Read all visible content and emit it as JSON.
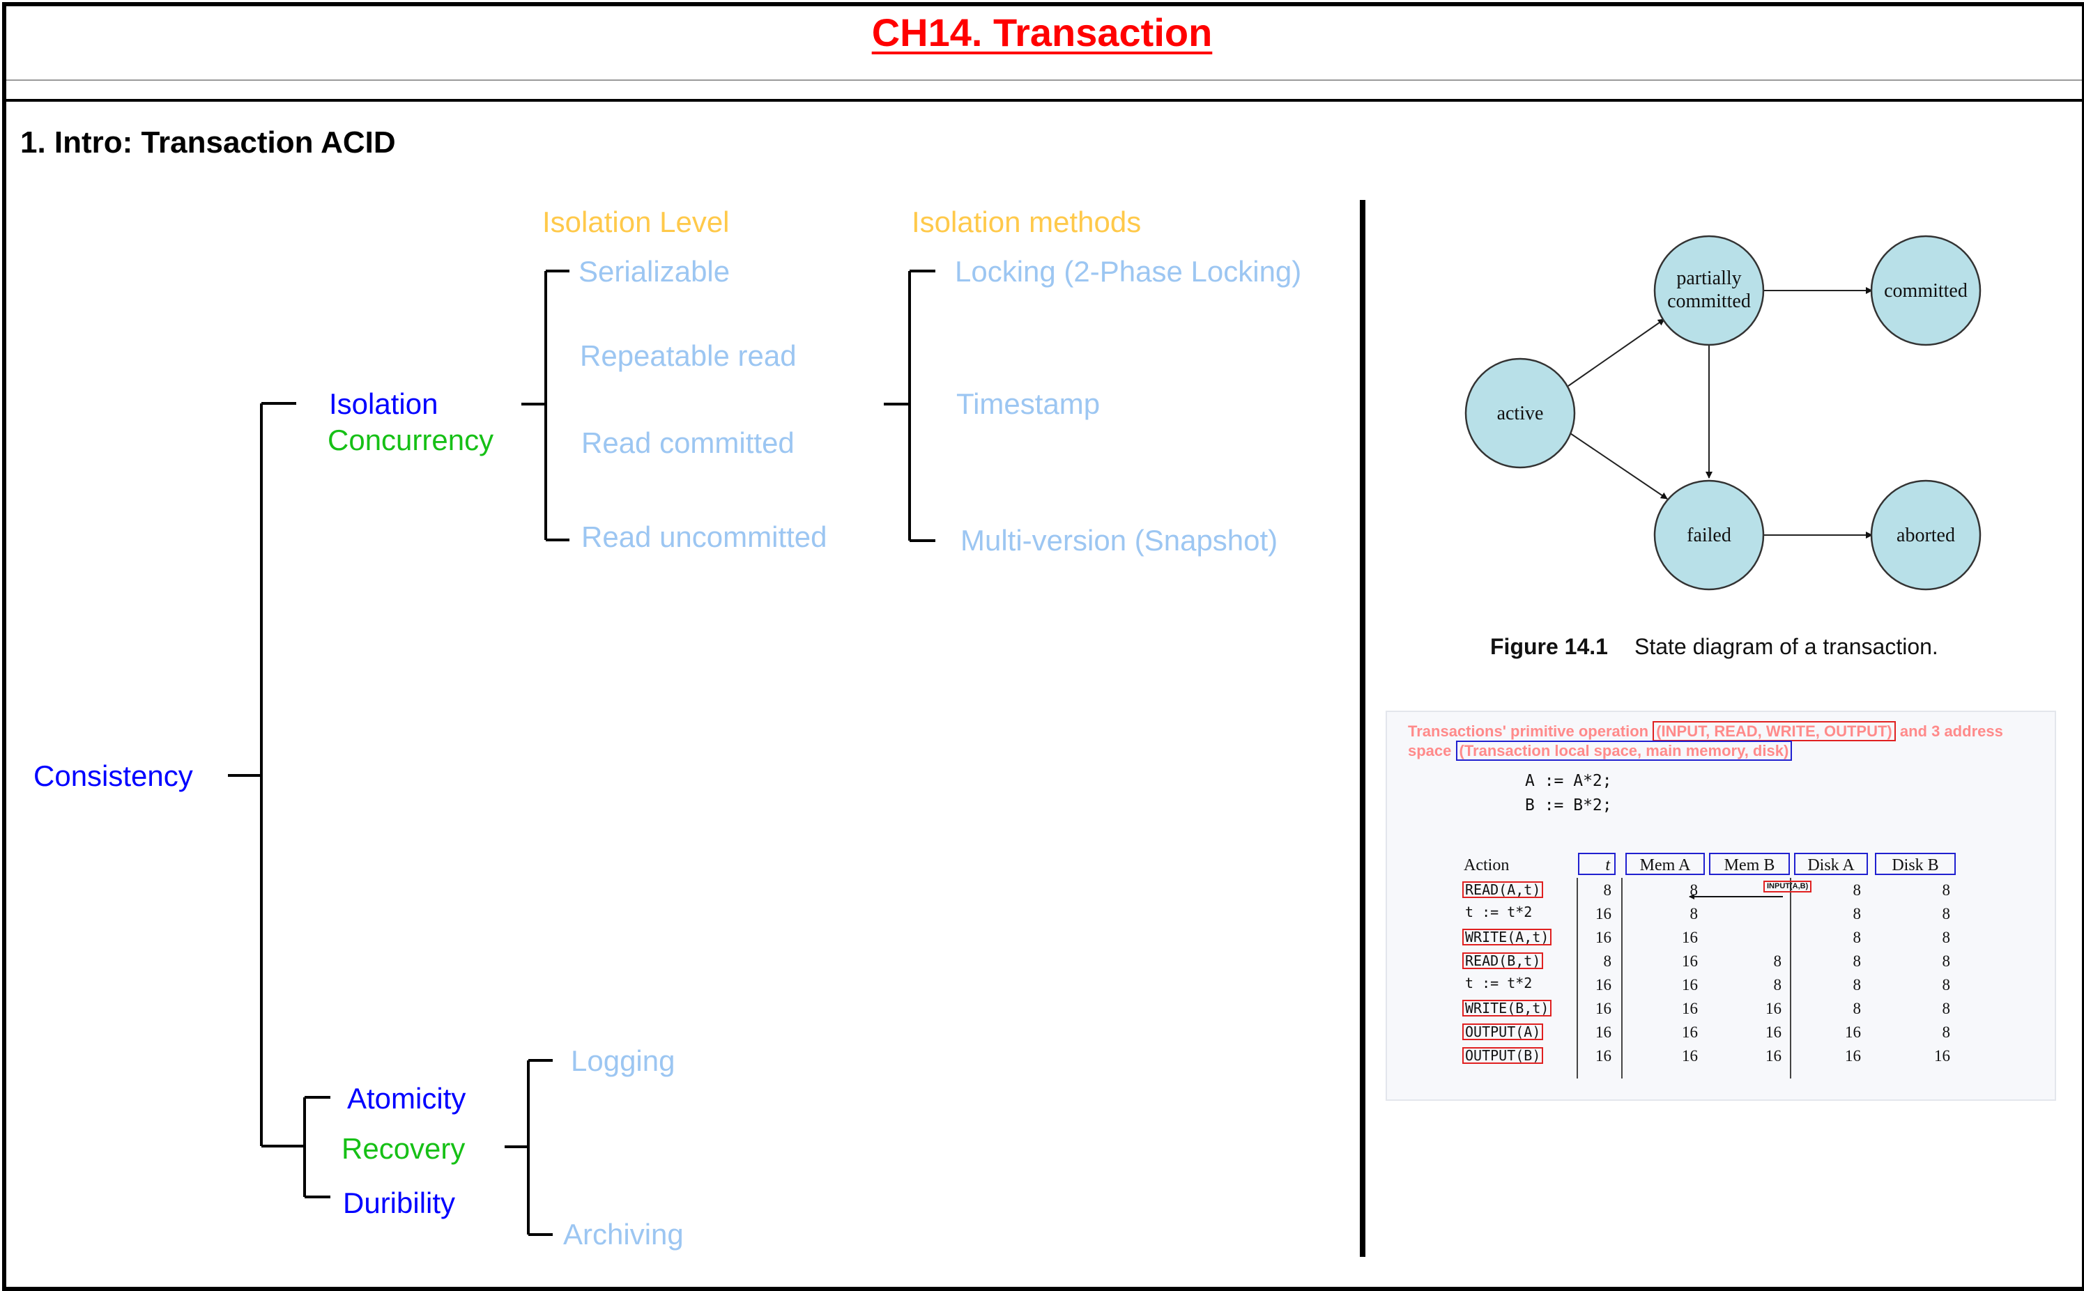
{
  "page": {
    "title": "CH14. Transaction",
    "section_heading": "1. Intro: Transaction ACID"
  },
  "tree": {
    "root": "Consistency",
    "isolation": {
      "label": "Isolation",
      "sublabel": "Concurrency"
    },
    "recovery": {
      "atomicity": "Atomicity",
      "label": "Recovery",
      "durability": "Duribility"
    },
    "isolation_level_header": "Isolation Level",
    "isolation_methods_header": "Isolation methods",
    "isolation_levels": [
      "Serializable",
      "Repeatable read",
      "Read committed",
      "Read uncommitted"
    ],
    "isolation_methods": [
      "Locking (2-Phase Locking)",
      "Timestamp",
      "Multi-version (Snapshot)"
    ],
    "recovery_methods": [
      "Logging",
      "Archiving"
    ]
  },
  "state_diagram": {
    "states": [
      "partially committed",
      "committed",
      "active",
      "failed",
      "aborted"
    ],
    "caption_number": "Figure 14.1",
    "caption_text": "State diagram of a transaction."
  },
  "example": {
    "note_line1_a": "Transactions' primitive operation ",
    "note_line1_box": "(INPUT, READ, WRITE, OUTPUT)",
    "note_line1_b": " and 3 address",
    "note_line2_a": "space ",
    "note_line2_box": "(Transaction local space, main memory, disk)",
    "code_line1": "A := A*2;",
    "code_line2": "B := B*2;",
    "headers": {
      "action": "Action",
      "t": "t",
      "mem_a": "Mem A",
      "mem_b": "Mem B",
      "disk_a": "Disk A",
      "disk_b": "Disk B"
    },
    "input_tag": "INPUT(A,B)",
    "rows": [
      {
        "action": "READ(A,t)",
        "t": "8",
        "mem_a": "8",
        "mem_b": "",
        "disk_a": "8",
        "disk_b": "8"
      },
      {
        "action": "t := t*2",
        "t": "16",
        "mem_a": "8",
        "mem_b": "",
        "disk_a": "8",
        "disk_b": "8"
      },
      {
        "action": "WRITE(A,t)",
        "t": "16",
        "mem_a": "16",
        "mem_b": "",
        "disk_a": "8",
        "disk_b": "8"
      },
      {
        "action": "READ(B,t)",
        "t": "8",
        "mem_a": "16",
        "mem_b": "8",
        "disk_a": "8",
        "disk_b": "8"
      },
      {
        "action": "t := t*2",
        "t": "16",
        "mem_a": "16",
        "mem_b": "8",
        "disk_a": "8",
        "disk_b": "8"
      },
      {
        "action": "WRITE(B,t)",
        "t": "16",
        "mem_a": "16",
        "mem_b": "16",
        "disk_a": "8",
        "disk_b": "8"
      },
      {
        "action": "OUTPUT(A)",
        "t": "16",
        "mem_a": "16",
        "mem_b": "16",
        "disk_a": "16",
        "disk_b": "8"
      },
      {
        "action": "OUTPUT(B)",
        "t": "16",
        "mem_a": "16",
        "mem_b": "16",
        "disk_a": "16",
        "disk_b": "16"
      }
    ]
  }
}
